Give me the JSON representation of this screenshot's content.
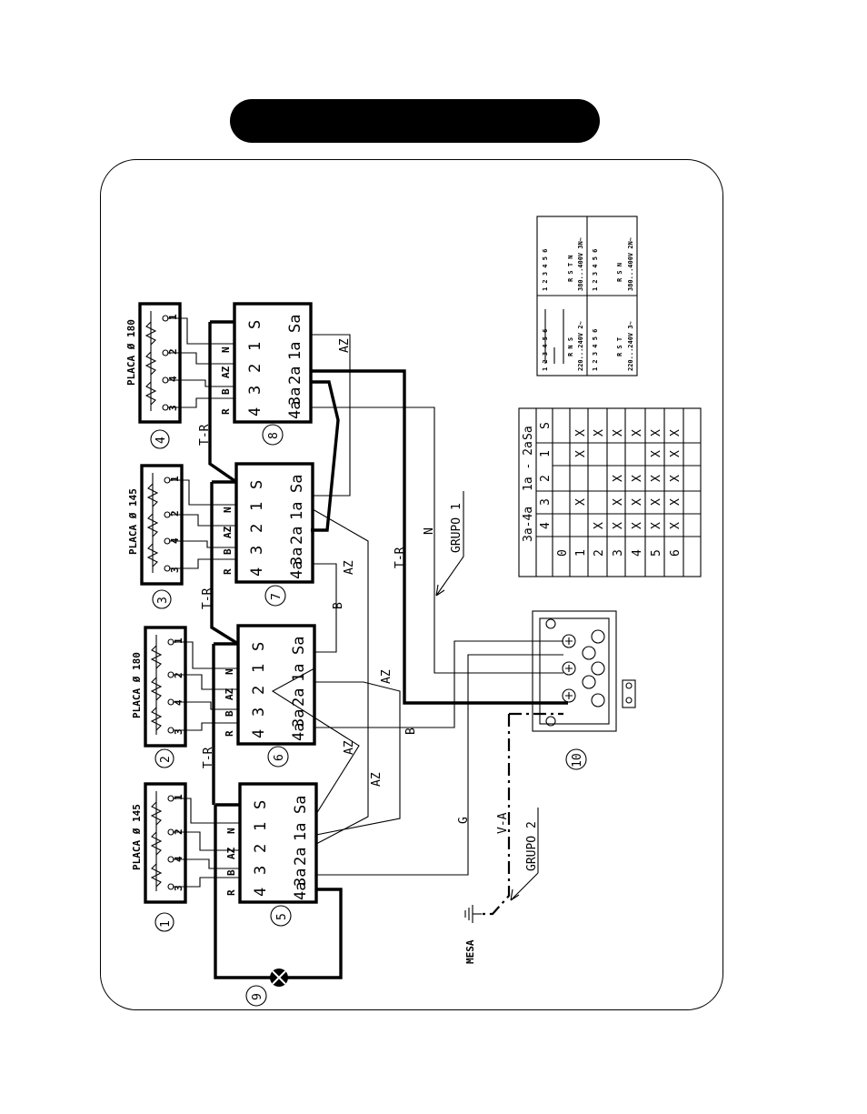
{
  "title_bar": "",
  "plates": [
    {
      "name": "PLACA Ø 145",
      "num": "1",
      "terms": [
        "1",
        "2",
        "4",
        "3"
      ]
    },
    {
      "name": "PLACA Ø 180",
      "num": "2",
      "terms": [
        "1",
        "2",
        "4",
        "3"
      ]
    },
    {
      "name": "PLACA Ø 145",
      "num": "3",
      "terms": [
        "1",
        "2",
        "4",
        "3"
      ]
    },
    {
      "name": "PLACA Ø 180",
      "num": "4",
      "terms": [
        "1",
        "2",
        "4",
        "3"
      ]
    }
  ],
  "switches": [
    {
      "num": "5"
    },
    {
      "num": "6"
    },
    {
      "num": "7"
    },
    {
      "num": "8"
    }
  ],
  "switch_terms": {
    "top": [
      "S",
      "1",
      "2",
      "3",
      "4"
    ],
    "bottom": [
      "Sa",
      "1a",
      "2a",
      "3a",
      "4a"
    ],
    "left": [
      "N",
      "AZ",
      "B",
      "R"
    ]
  },
  "wire_labels": {
    "tr": "T-R",
    "az": "AZ",
    "b": "B",
    "n": "N",
    "g": "G",
    "va": "V-A"
  },
  "groups": {
    "g1": "GRUPO 1",
    "g2": "GRUPO 2"
  },
  "components": {
    "lamp": "9",
    "terminal_block": "10",
    "ground": "MESA"
  },
  "table": {
    "col_groups": [
      "Sa",
      "1a - 2a",
      "3a-4a"
    ],
    "sub_cols": [
      "S",
      "1",
      "2",
      "3",
      "4"
    ],
    "rows": [
      {
        "pos": "0",
        "cells": [
          "",
          "",
          "",
          "",
          ""
        ]
      },
      {
        "pos": "1",
        "cells": [
          "X",
          "X",
          "",
          "X",
          ""
        ]
      },
      {
        "pos": "2",
        "cells": [
          "X",
          "",
          "",
          "",
          "X"
        ]
      },
      {
        "pos": "3",
        "cells": [
          "X",
          "",
          "X",
          "X",
          "X"
        ]
      },
      {
        "pos": "4",
        "cells": [
          "X",
          "",
          "X",
          "X",
          "X"
        ]
      },
      {
        "pos": "5",
        "cells": [
          "X",
          "X",
          "X",
          "X",
          "X"
        ]
      },
      {
        "pos": "6",
        "cells": [
          "X",
          "X",
          "X",
          "X",
          "X"
        ]
      }
    ]
  },
  "voltage_schemes": [
    {
      "label": "220...240V 2~",
      "terms": "1 2 3 4 5 6",
      "lines": "R N S"
    },
    {
      "label": "380...400V 3N~",
      "terms": "1 2 3 4 5 6",
      "lines": "R S T N"
    },
    {
      "label": "220...240V 3~",
      "terms": "1 2 3 4 5 6",
      "lines": "R S T"
    },
    {
      "label": "380...400V 2N~",
      "terms": "1 2 3 4 5 6",
      "lines": "R S N"
    }
  ]
}
